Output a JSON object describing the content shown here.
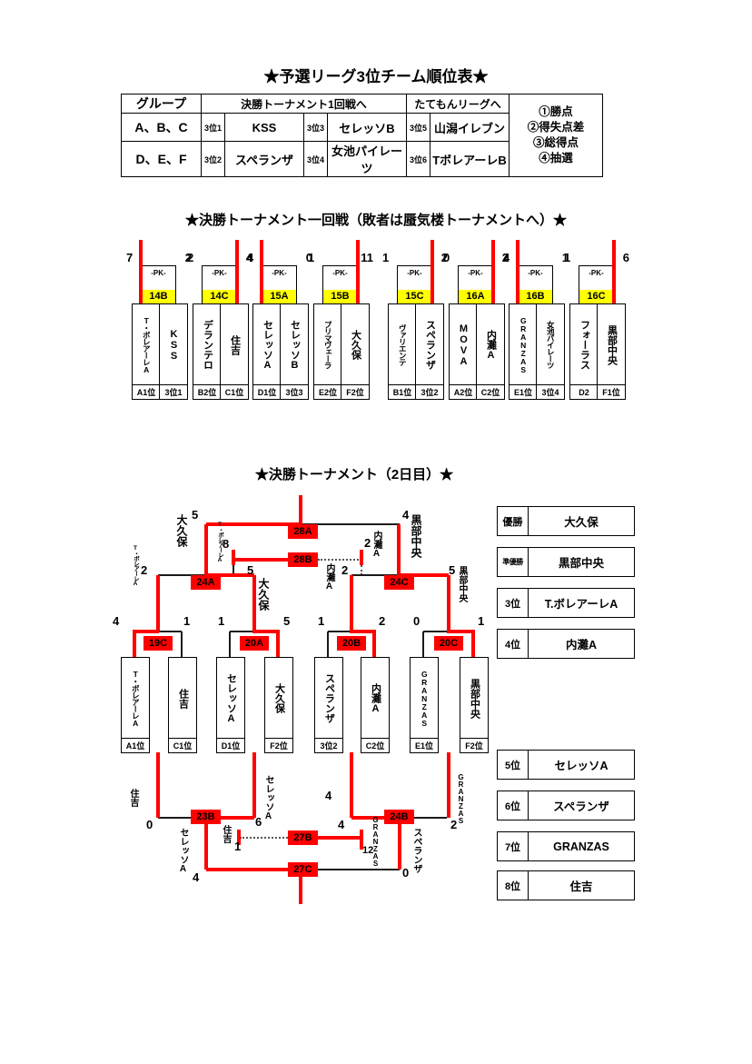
{
  "qualifier_table": {
    "title": "★予選リーグ3位チーム順位表★",
    "header": {
      "group": "グループ",
      "to_final": "決勝トーナメント1回戦へ",
      "to_tatemon": "たてもんリーグへ"
    },
    "criteria": [
      "①勝点",
      "②得失点差",
      "③総得点",
      "④抽選"
    ],
    "rows": [
      {
        "group": "A、B、C",
        "cells": [
          {
            "rank": "3位1",
            "team": "KSS"
          },
          {
            "rank": "3位3",
            "team": "セレッソB"
          },
          {
            "rank": "3位5",
            "team": "山潟イレブン"
          }
        ]
      },
      {
        "group": "D、E、F",
        "cells": [
          {
            "rank": "3位2",
            "team": "スペランザ"
          },
          {
            "rank": "3位4",
            "team": "女池パイレーツ"
          },
          {
            "rank": "3位6",
            "team": "TボレアーレB"
          }
        ]
      }
    ]
  },
  "round1": {
    "title": "★決勝トーナメント一回戦（敗者は蜃気楼トーナメントへ）★",
    "pk_label": "-PK-",
    "matches": [
      {
        "code": "14B",
        "score_left": "7",
        "score_right": "2",
        "team_left": "T・ボレアーレA",
        "team_right": "KSS",
        "tag_left": "A1位",
        "tag_right": "3位1"
      },
      {
        "code": "14C",
        "score_left": "2",
        "score_right": "4",
        "team_left": "デランテロ",
        "team_right": "住吉",
        "tag_left": "B2位",
        "tag_right": "C1位"
      },
      {
        "code": "15A",
        "score_left": "4",
        "score_right": "0",
        "team_left": "セレッソA",
        "team_right": "セレッソB",
        "tag_left": "D1位",
        "tag_right": "3位3"
      },
      {
        "code": "15B",
        "score_left": "1",
        "score_right": "11",
        "team_left": "プリマヴェーラ",
        "team_right": "大久保",
        "tag_left": "E2位",
        "tag_right": "F2位"
      },
      {
        "code": "15C",
        "score_left": "1",
        "score_right": "2",
        "team_left": "ヴァリエンテ",
        "team_right": "スペランザ",
        "tag_left": "B1位",
        "tag_right": "3位2"
      },
      {
        "code": "16A",
        "score_left": "0",
        "score_right": "2",
        "team_left": "MOVA",
        "team_right": "内灘A",
        "tag_left": "A2位",
        "tag_right": "C2位"
      },
      {
        "code": "16B",
        "score_left": "4",
        "score_right": "1",
        "team_left": "GRANZAS",
        "team_right": "女池パイレーツ",
        "tag_left": "E1位",
        "tag_right": "3位4"
      },
      {
        "code": "16C",
        "score_left": "1",
        "score_right": "6",
        "team_left": "フォーラス",
        "team_right": "黒部中央",
        "tag_left": "D2",
        "tag_right": "F1位"
      }
    ]
  },
  "day2": {
    "title": "★決勝トーナメント（2日目）★",
    "final": {
      "code": "28A",
      "left_team": "大久保",
      "left_score": "5",
      "right_team": "黒部中央",
      "right_score": "4"
    },
    "third": {
      "code": "28B",
      "left_team": "T・ボレアーレA",
      "left_score": "8",
      "right_team": "内灘A",
      "right_score": "2"
    },
    "semis": [
      {
        "code": "24A",
        "left_team": "T・ボレアーレA",
        "left_score": "2",
        "right_team": "大久保",
        "right_score": "5"
      },
      {
        "code": "24C",
        "left_team": "内灘A",
        "left_score": "2",
        "right_team": "黒部中央",
        "right_score": "5"
      }
    ],
    "quarters": [
      {
        "code": "19C",
        "score_left": "4",
        "score_right": "1",
        "team_left": "T・ボレアーレA",
        "team_right": "住吉",
        "tag_left": "A1位",
        "tag_right": "C1位"
      },
      {
        "code": "20A",
        "score_left": "1",
        "score_right": "5",
        "team_left": "セレッソA",
        "team_right": "大久保",
        "tag_left": "D1位",
        "tag_right": "F2位"
      },
      {
        "code": "20B",
        "score_left": "1",
        "score_right": "2",
        "team_left": "スペランザ",
        "team_right": "内灘A",
        "tag_left": "3位2",
        "tag_right": "C2位"
      },
      {
        "code": "20C",
        "score_left": "0",
        "score_right": "1",
        "team_left": "GRANZAS",
        "team_right": "黒部中央",
        "tag_left": "E1位",
        "tag_right": "F2位"
      }
    ],
    "consolation": {
      "c23B": {
        "code": "23B",
        "left_team": "住吉",
        "left_score": "0",
        "right_team": "セレッソA",
        "right_score": "6"
      },
      "c24B": {
        "code": "24B",
        "left_score_top": "4",
        "left_score": "4",
        "right_team": "GRANZAS",
        "right_score": "2"
      },
      "c27B": {
        "code": "27B",
        "left_team": "住吉",
        "left_score": "1",
        "right_team": "GRANZAS",
        "right_score": "12"
      },
      "c27C": {
        "code": "27C",
        "left_team": "セレッソA",
        "left_score": "4",
        "right_team": "スペランザ",
        "right_score": "0"
      }
    }
  },
  "final_standings": [
    {
      "rank": "優勝",
      "team": "大久保"
    },
    {
      "rank": "準優勝",
      "team": "黒部中央"
    },
    {
      "rank": "3位",
      "team": "T.ボレアーレA"
    },
    {
      "rank": "4位",
      "team": "内灘A"
    },
    {
      "rank": "5位",
      "team": "セレッソA"
    },
    {
      "rank": "6位",
      "team": "スペランザ"
    },
    {
      "rank": "7位",
      "team": "GRANZAS"
    },
    {
      "rank": "8位",
      "team": "住吉"
    }
  ]
}
